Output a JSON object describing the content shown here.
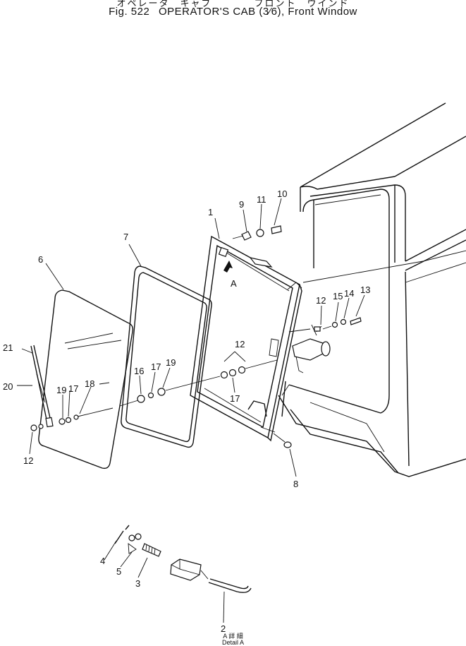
{
  "header": {
    "japanese_title": "オペレータ　キャブ　　　　フロント　ウインド",
    "fig_number": "Fig. 522",
    "fig_title": "OPERATOR'S CAB (3⁄6), Front Window"
  },
  "view_marker": "A",
  "detail": {
    "caption_jp": "A 詳 細",
    "caption_en": "Detail A"
  },
  "callouts": [
    {
      "id": "c1",
      "text": "1"
    },
    {
      "id": "c2",
      "text": "2"
    },
    {
      "id": "c3",
      "text": "3"
    },
    {
      "id": "c4",
      "text": "4"
    },
    {
      "id": "c5",
      "text": "5"
    },
    {
      "id": "c6",
      "text": "6"
    },
    {
      "id": "c7",
      "text": "7"
    },
    {
      "id": "c8",
      "text": "8"
    },
    {
      "id": "c9",
      "text": "9"
    },
    {
      "id": "c10",
      "text": "10"
    },
    {
      "id": "c11",
      "text": "11"
    },
    {
      "id": "c12a",
      "text": "12"
    },
    {
      "id": "c12b",
      "text": "12"
    },
    {
      "id": "c12c",
      "text": "12"
    },
    {
      "id": "c13",
      "text": "13"
    },
    {
      "id": "c14",
      "text": "14"
    },
    {
      "id": "c15",
      "text": "15"
    },
    {
      "id": "c16",
      "text": "16"
    },
    {
      "id": "c17a",
      "text": "17"
    },
    {
      "id": "c17b",
      "text": "17"
    },
    {
      "id": "c17c",
      "text": "17"
    },
    {
      "id": "c18",
      "text": "18"
    },
    {
      "id": "c19a",
      "text": "19"
    },
    {
      "id": "c19b",
      "text": "19"
    },
    {
      "id": "c20",
      "text": "20"
    },
    {
      "id": "c21",
      "text": "21"
    }
  ]
}
